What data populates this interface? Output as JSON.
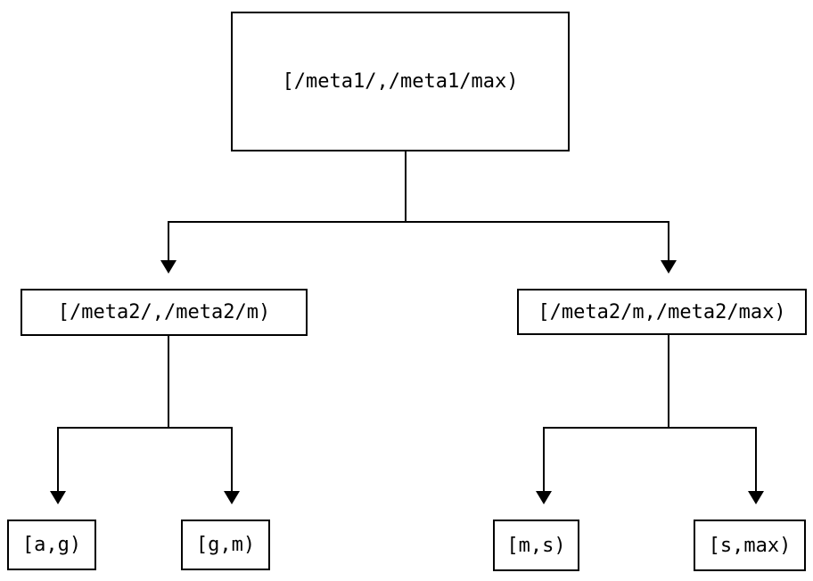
{
  "diagram": {
    "type": "tree",
    "root": {
      "label": "[/meta1/,/meta1/max)"
    },
    "children": [
      {
        "label": "[/meta2/,/meta2/m)"
      },
      {
        "label": "[/meta2/m,/meta2/max)"
      }
    ],
    "leaves": [
      {
        "label": "[a,g)"
      },
      {
        "label": "[g,m)"
      },
      {
        "label": "[m,s)"
      },
      {
        "label": "[s,max)"
      }
    ],
    "colors": {
      "line": "#000000",
      "text": "#000000",
      "background": "#ffffff"
    }
  }
}
